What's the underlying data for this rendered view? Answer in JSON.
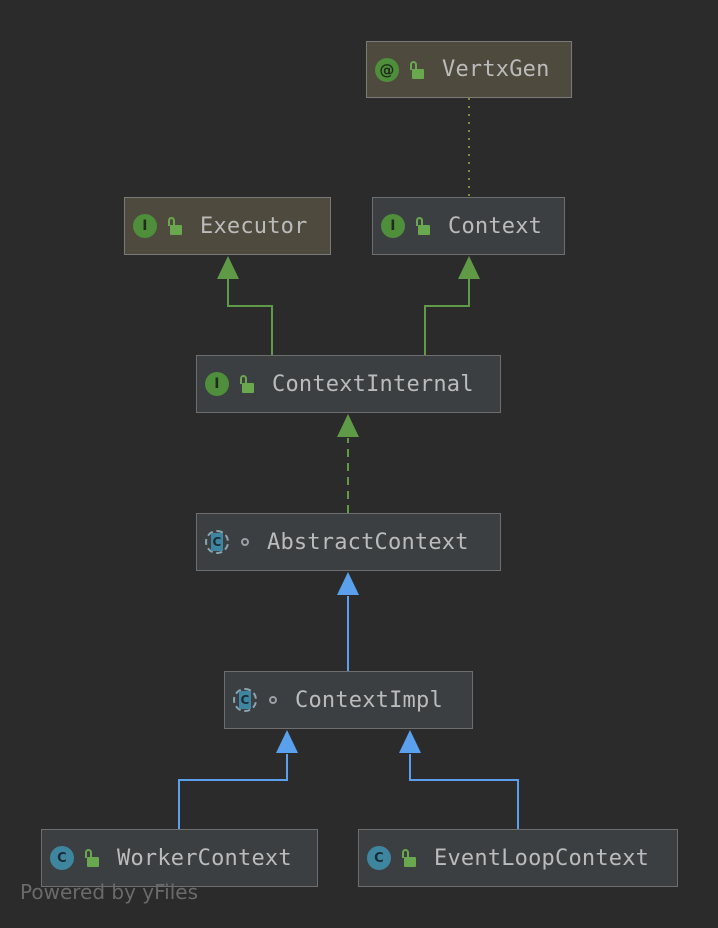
{
  "nodes": {
    "vertxgen": {
      "label": "VertxGen",
      "kind": "annotation",
      "badge": "@"
    },
    "executor": {
      "label": "Executor",
      "kind": "interface",
      "badge": "I"
    },
    "context": {
      "label": "Context",
      "kind": "interface",
      "badge": "I"
    },
    "contextinternal": {
      "label": "ContextInternal",
      "kind": "interface",
      "badge": "I"
    },
    "abstractcontext": {
      "label": "AbstractContext",
      "kind": "abstract-class",
      "badge": "C"
    },
    "contextimpl": {
      "label": "ContextImpl",
      "kind": "abstract-class",
      "badge": "C"
    },
    "workercontext": {
      "label": "WorkerContext",
      "kind": "class",
      "badge": "C"
    },
    "eventloopcontext": {
      "label": "EventLoopContext",
      "kind": "class",
      "badge": "C"
    }
  },
  "edges": [
    {
      "from": "context",
      "to": "vertxgen",
      "type": "annotation"
    },
    {
      "from": "contextinternal",
      "to": "executor",
      "type": "extends-interface"
    },
    {
      "from": "contextinternal",
      "to": "context",
      "type": "extends-interface"
    },
    {
      "from": "abstractcontext",
      "to": "contextinternal",
      "type": "implements"
    },
    {
      "from": "contextimpl",
      "to": "abstractcontext",
      "type": "extends"
    },
    {
      "from": "workercontext",
      "to": "contextimpl",
      "type": "extends"
    },
    {
      "from": "eventloopcontext",
      "to": "contextimpl",
      "type": "extends"
    }
  ],
  "colors": {
    "background": "#2b2b2b",
    "interface_edge": "#5f9a47",
    "class_edge": "#5aa0ec",
    "annotation_edge": "#7f8f2f"
  },
  "watermark": "Powered by yFiles"
}
